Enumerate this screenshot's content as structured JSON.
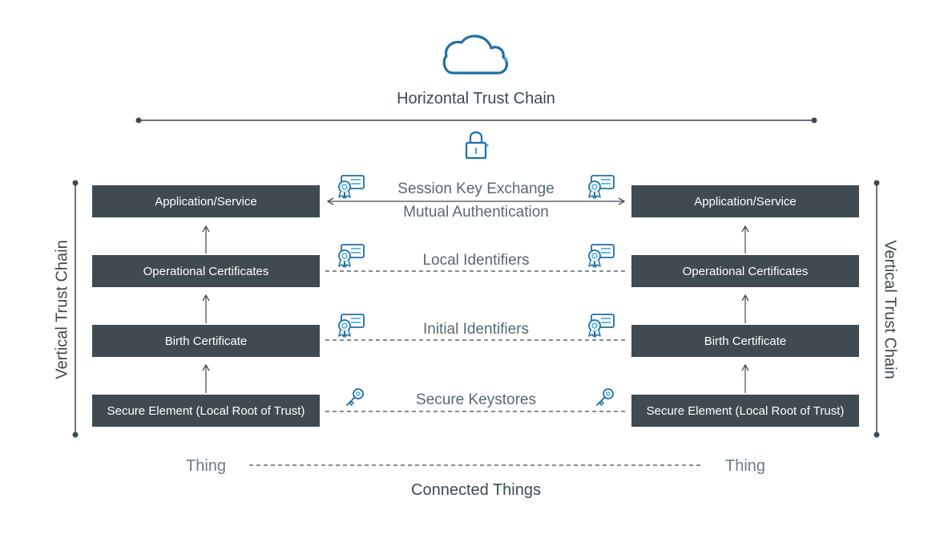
{
  "diagram": {
    "horizontal_label": "Horizontal Trust Chain",
    "vertical_label_left": "Vertical Trust Chain",
    "vertical_label_right": "Vertical Trust Chain",
    "left_stack": [
      "Application/Service",
      "Operational Certificates",
      "Birth Certificate",
      "Secure Element (Local Root of Trust)"
    ],
    "right_stack": [
      "Application/Service",
      "Operational Certificates",
      "Birth Certificate",
      "Secure Element (Local Root of Trust)"
    ],
    "links": {
      "session_key_exchange": "Session Key Exchange",
      "mutual_authentication": "Mutual Authentication",
      "local_identifiers": "Local Identifiers",
      "initial_identifiers": "Initial Identifiers",
      "secure_keystores": "Secure Keystores"
    },
    "thing_left": "Thing",
    "thing_right": "Thing",
    "connected_things": "Connected Things"
  },
  "icons": {
    "top": "cloud-icon",
    "chain": "lock-icon",
    "certificate": "certificate-icon",
    "key": "key-icon"
  },
  "colors": {
    "box": "#3f4a51",
    "line": "#3d4a52",
    "icon": "#1f6fa8",
    "icon_light": "#3fa9dc"
  }
}
